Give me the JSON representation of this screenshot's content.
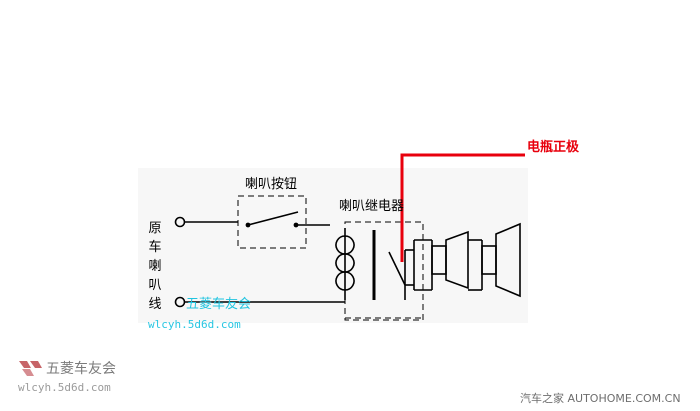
{
  "diagram": {
    "title_labels": {
      "horn_button": "喇叭按钮",
      "horn_relay": "喇叭继电器",
      "battery_positive": "电瓶正极",
      "original_horn_wire_chars": [
        "原",
        "车",
        "喇",
        "叭",
        "线"
      ]
    },
    "colors": {
      "wire": "#000000",
      "accent_red": "#e8000d",
      "watermark_cyan": "#20c4e0",
      "footer_gray": "#6e6e6e",
      "background": "#ffffff"
    }
  },
  "watermarks": {
    "center_text": "五菱车友会",
    "center_url": "wlcyh.5d6d.com",
    "logo_text": "五菱车友会",
    "logo_url": "wlcyh.5d6d.com",
    "footer": "汽车之家  AUTOHOME.COM.CN"
  }
}
